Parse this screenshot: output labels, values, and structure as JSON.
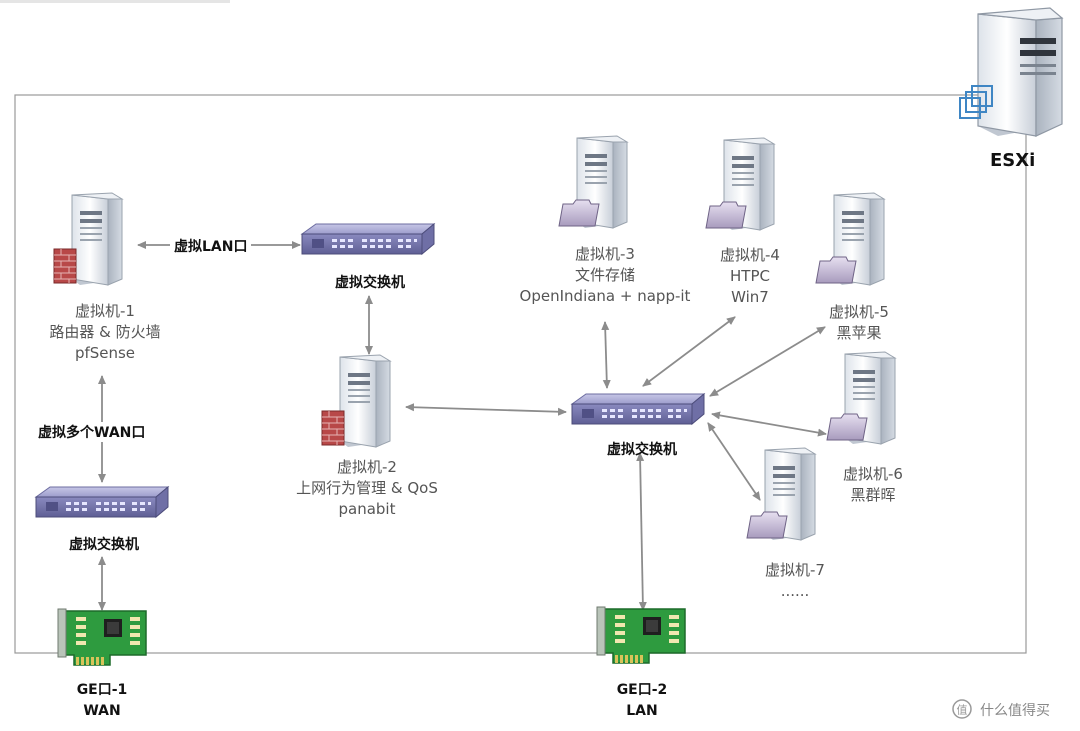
{
  "host": {
    "label": "ESXi",
    "icon": "esxi-server-icon"
  },
  "vms": [
    {
      "name": "虚拟机-1",
      "lines": [
        "路由器 & 防火墙",
        "pfSense"
      ],
      "icon": "server-firewall-icon"
    },
    {
      "name": "虚拟机-2",
      "lines": [
        "上网行为管理 & QoS",
        "panabit"
      ],
      "icon": "server-firewall-icon"
    },
    {
      "name": "虚拟机-3",
      "lines": [
        "文件存储",
        "OpenIndiana + napp-it"
      ],
      "icon": "server-folder-icon"
    },
    {
      "name": "虚拟机-4",
      "lines": [
        "HTPC",
        "Win7"
      ],
      "icon": "server-folder-icon"
    },
    {
      "name": "虚拟机-5",
      "lines": [
        "黑苹果"
      ],
      "icon": "server-folder-icon"
    },
    {
      "name": "虚拟机-6",
      "lines": [
        "黑群晖"
      ],
      "icon": "server-folder-icon"
    },
    {
      "name": "虚拟机-7",
      "lines": [
        "......"
      ],
      "icon": "server-folder-icon"
    }
  ],
  "switches": [
    {
      "label": "虚拟交换机",
      "icon": "switch-icon"
    },
    {
      "label": "虚拟交换机",
      "icon": "switch-icon"
    },
    {
      "label": "虚拟交换机",
      "icon": "switch-icon"
    }
  ],
  "link_labels": {
    "lan": "虚拟LAN口",
    "wan": "虚拟多个WAN口"
  },
  "nics": [
    {
      "line1": "GE口-1",
      "line2": "WAN",
      "icon": "network-card-icon"
    },
    {
      "line1": "GE口-2",
      "line2": "LAN",
      "icon": "network-card-icon"
    }
  ],
  "watermark": "什么值得买",
  "colors": {
    "border": "#999999",
    "arrow": "#8c8c8c",
    "switch_body": "#8f8fbd",
    "nic_green": "#2e9b3f",
    "firewall": "#b84848"
  }
}
